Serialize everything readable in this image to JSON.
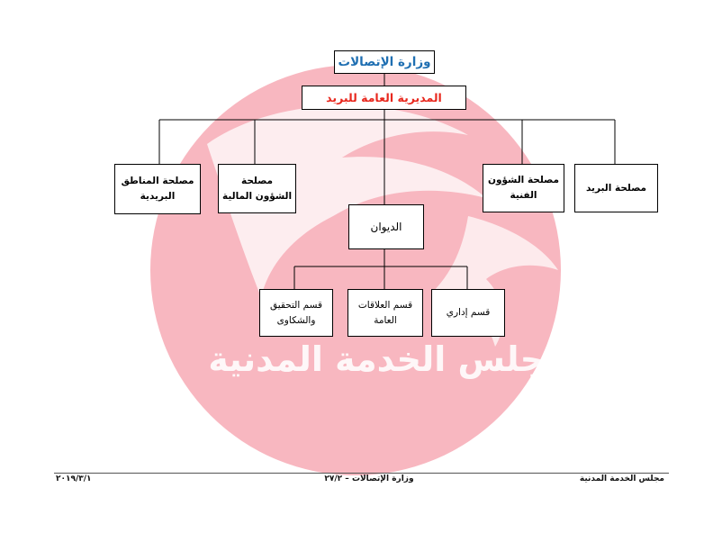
{
  "colors": {
    "ministry_title": "#1f6fb2",
    "directorate_title": "#e8281e",
    "watermark": "#f7aab5"
  },
  "watermark": {
    "text": "مجلس الخدمة المدنية"
  },
  "chart": {
    "ministry": "وزارة الإتصالات",
    "directorate": "المديرية العامة للبريد",
    "sections": {
      "regions": "مصلحة المناطق\nالبريدية",
      "finance": "مصلحة\nالشؤون المالية",
      "tech": "مصلحة الشؤون\nالفنية",
      "post": "مصلحة البريد"
    },
    "diwan": "الديوان",
    "departments": {
      "investigation": "قسم التحقيق\nوالشكاوى",
      "relations": "قسم العلاقات\nالعامة",
      "admin": "قسم إداري"
    }
  },
  "footer": {
    "right": "مجلس الخدمة المدنية",
    "center": "وزارة الإتصالات – ٢٧/٢",
    "left": "٢٠١٩/٣/١"
  }
}
